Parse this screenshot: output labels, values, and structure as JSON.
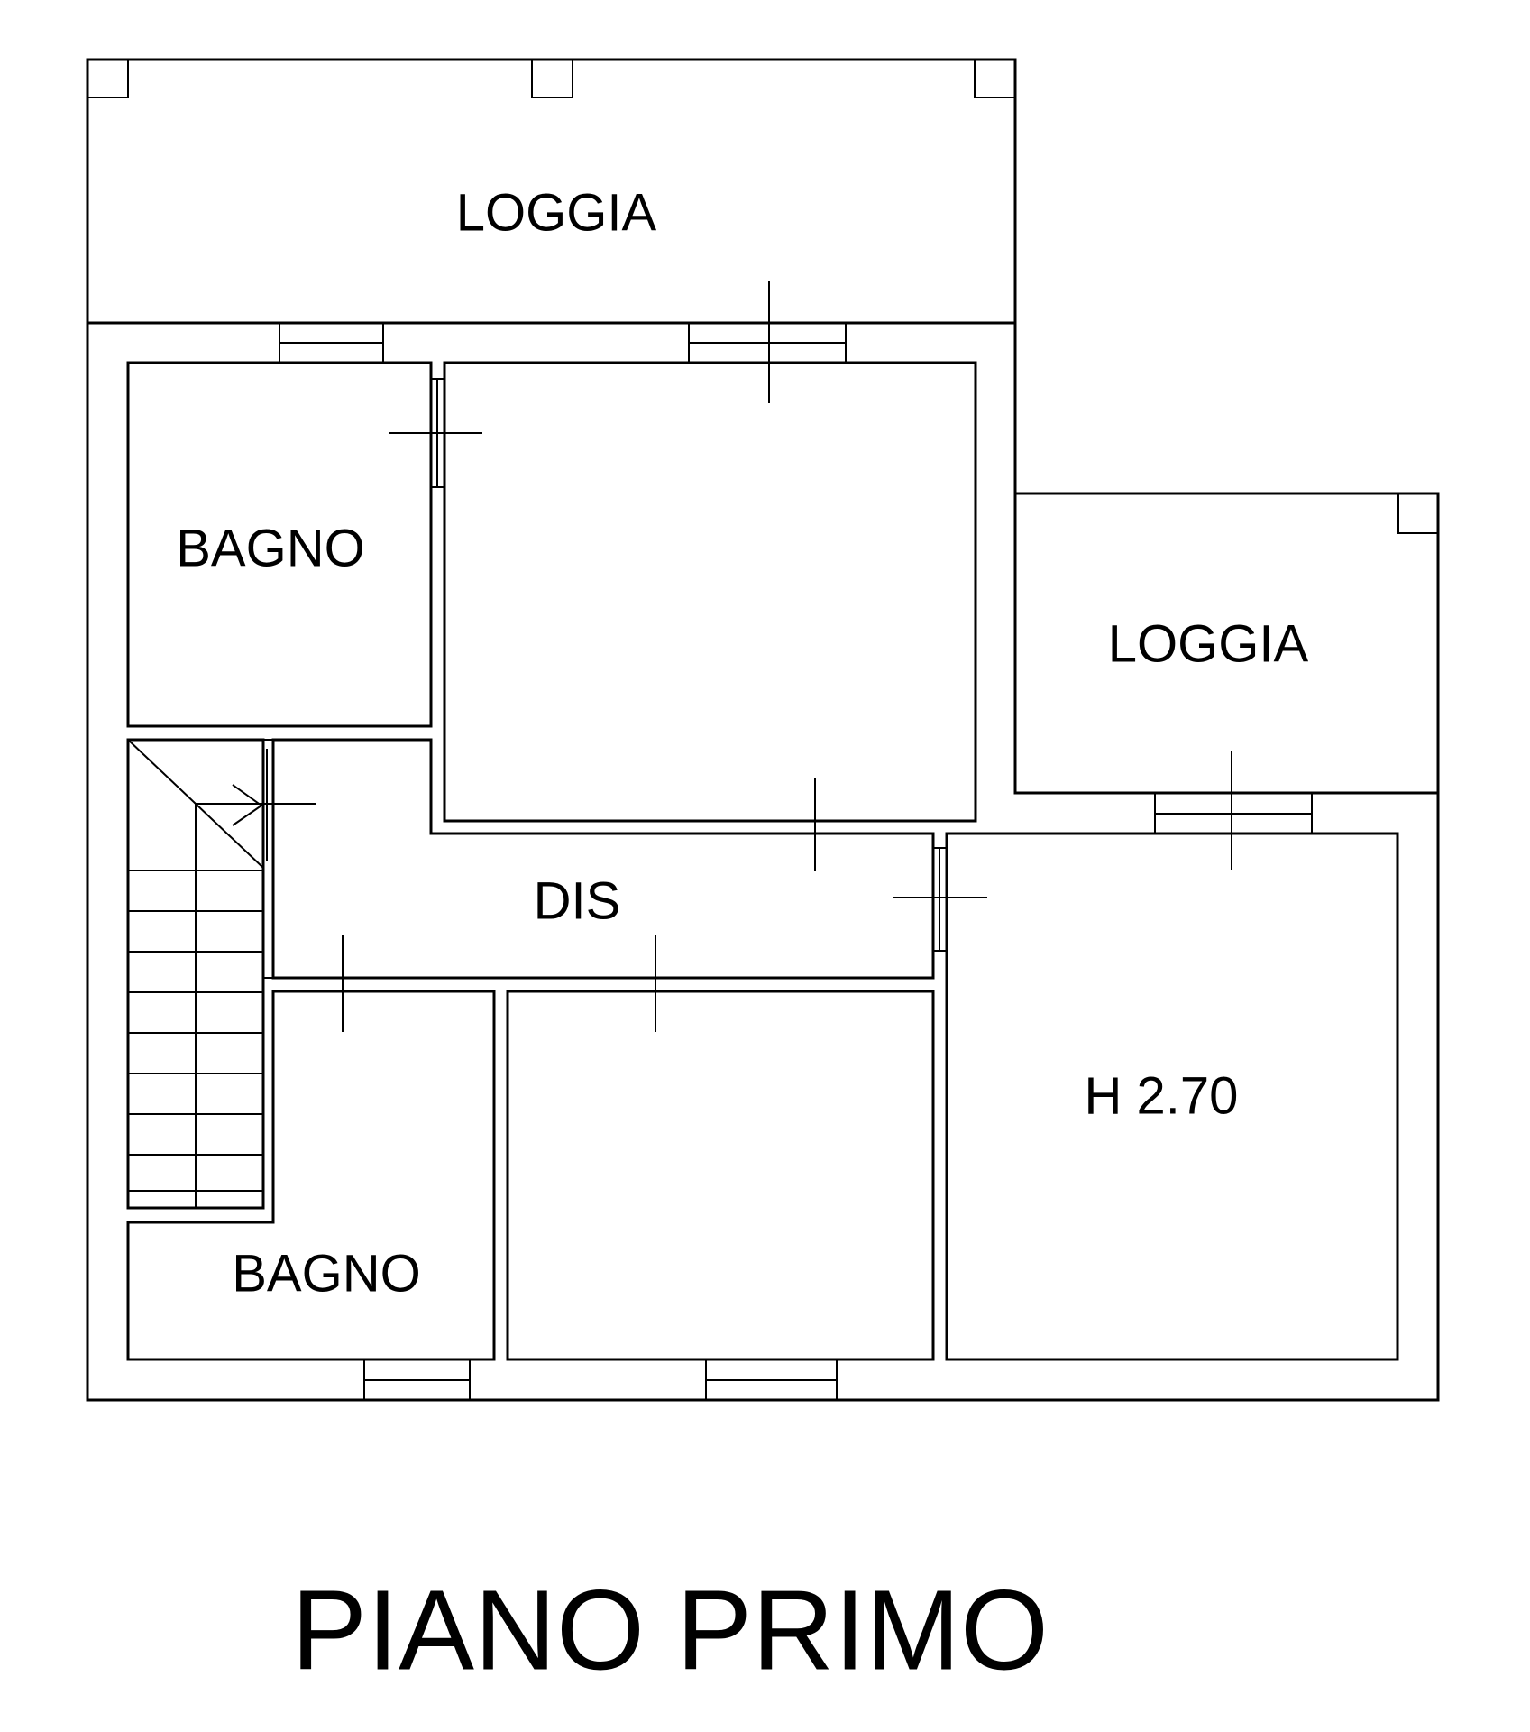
{
  "plan": {
    "title": "PIANO PRIMO",
    "rooms": {
      "loggia_top": "LOGGIA",
      "bagno_top": "BAGNO",
      "loggia_right": "LOGGIA",
      "dis": "DIS",
      "h270": "H 2.70",
      "bagno_bottom": "BAGNO"
    }
  }
}
